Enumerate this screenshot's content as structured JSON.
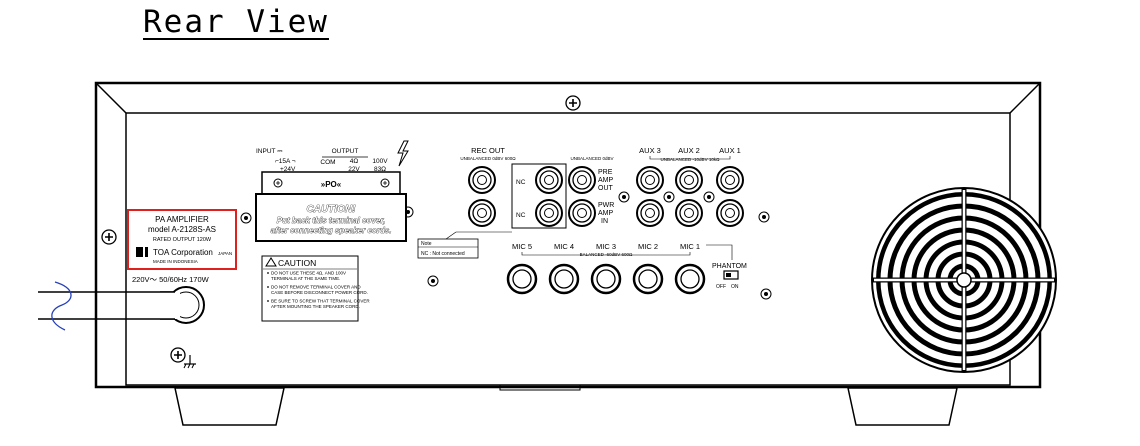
{
  "page": {
    "title": "Rear View"
  },
  "label": {
    "line1": "PA AMPLIFIER",
    "line2": "model A-2128S-AS",
    "line3": "RATED OUTPUT 120W",
    "company": "TOA Corporation",
    "country": "JAPAN",
    "made_in": "MADE IN INDONESIA",
    "highlight_color": "#e0201c"
  },
  "power": {
    "rating": "220V～ 50/60Hz 170W"
  },
  "terminal": {
    "input": "INPUT ⎓",
    "amp": "⌐15A ¬",
    "plus24": "+24V",
    "output": "OUTPUT",
    "com": "COM",
    "ohm4": "4Ω",
    "v22": "22V",
    "v100": "100V",
    "ohm83": "83Ω",
    "cover_logo": "»PO«",
    "caution_title": "CAUTION!",
    "caution_line1": "Put back this terminal cover,",
    "caution_line2": "after connecting speaker cords."
  },
  "caution_box": {
    "title": "CAUTION",
    "items": [
      "DO NOT USE THESE 4Ω, AND 100V",
      "TERMINALS AT THE SAME TIME.",
      "DO NOT REMOVE TERMINAL COVER AND",
      "CASE BEFORE DISCONNECT POWER CORD.",
      "BE SURE TO SCREW THAT TERMINAL COVER",
      "AFTER MOUNTING THE SPEAKER CORD."
    ]
  },
  "rec_out": {
    "label": "REC OUT",
    "sub": "UNBALANCED 0dBV 600Ω"
  },
  "pre_amp": {
    "sub": "UNBALANCED 0dBV",
    "nc": "NC",
    "pre": "PRE",
    "amp": "AMP",
    "out": "OUT",
    "pwr": "PWR",
    "in": "IN"
  },
  "note": {
    "title": "Note",
    "text": "NC : Not connected"
  },
  "aux": {
    "labels": [
      "AUX 3",
      "AUX 2",
      "AUX 1"
    ],
    "sub": "UNBALANCED -10dBV 10kΩ"
  },
  "mic": {
    "labels": [
      "MIC 5",
      "MIC 4",
      "MIC 3",
      "MIC 2",
      "MIC 1"
    ],
    "sub": "BALANCED -60dBV 600Ω"
  },
  "phantom": {
    "label": "PHANTOM",
    "off": "OFF",
    "on": "ON"
  }
}
